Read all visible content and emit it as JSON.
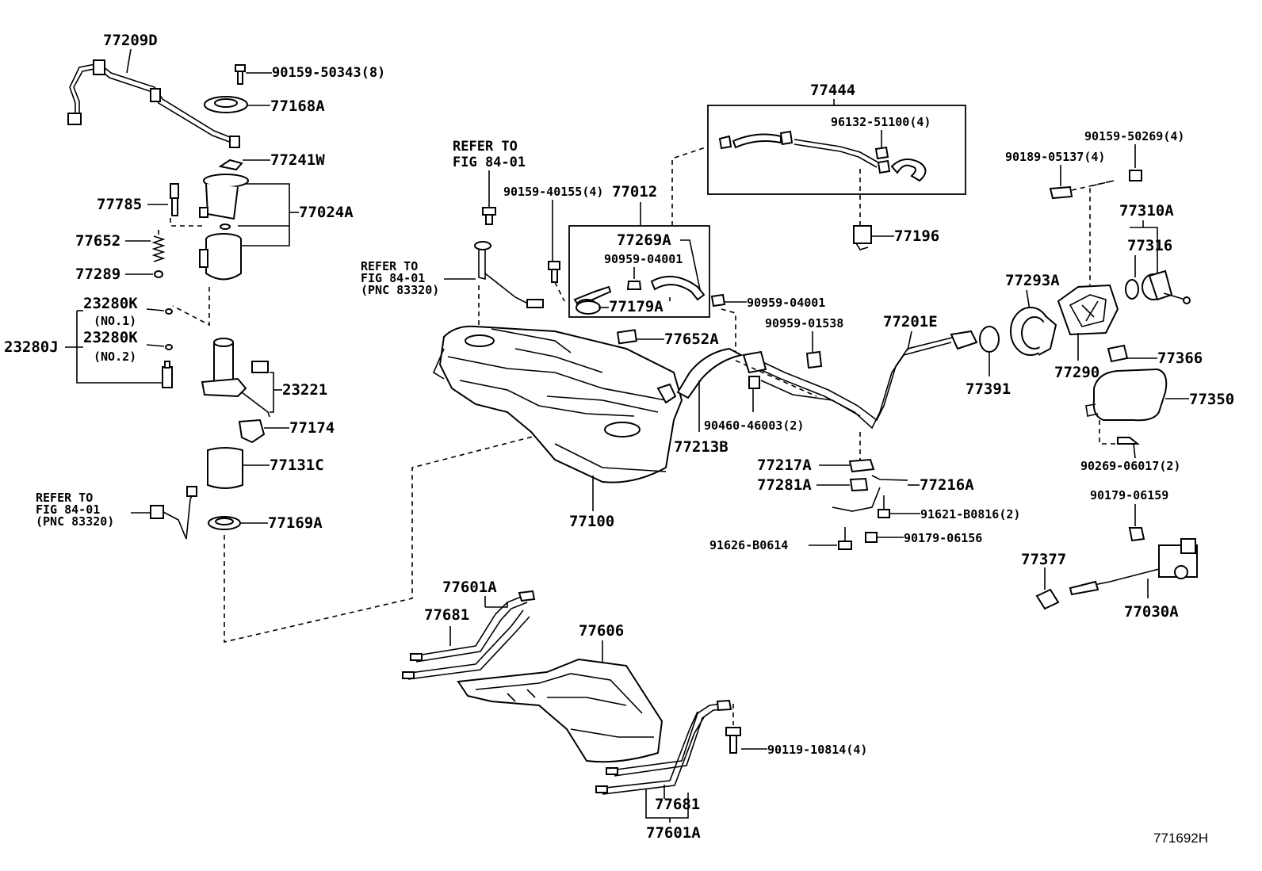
{
  "labels": {
    "p77209D": "77209D",
    "p90159_50343": "90159-50343(8)",
    "p77168A": "77168A",
    "p77241W": "77241W",
    "p77785": "77785",
    "p77024A": "77024A",
    "p77652a": "77652",
    "p77289": "77289",
    "p23280K1": "23280K",
    "no1": "(NO.1)",
    "p23280J": "23280J",
    "p23280K2": "23280K",
    "no2": "(NO.2)",
    "p23221": "23221",
    "p77174": "77174",
    "p77131C": "77131C",
    "refer1_l1": "REFER TO",
    "refer1_l2": "FIG 84-01",
    "refer1_l3": "(PNC 83320)",
    "p77169A": "77169A",
    "refer2_l1": "REFER TO",
    "refer2_l2": "FIG 84-01",
    "refer3_l1": "REFER TO",
    "refer3_l2": "FIG 84-01",
    "refer3_l3": "(PNC 83320)",
    "p90159_40155": "90159-40155(4)",
    "p77012": "77012",
    "p77269A": "77269A",
    "p90959_04001a": "90959-04001",
    "p77179A": "77179A",
    "p77652A": "77652A",
    "p77100": "77100",
    "p77444": "77444",
    "p96132_51100": "96132-51100(4)",
    "p77196": "77196",
    "p90959_04001b": "90959-04001",
    "p90959_01538": "90959-01538",
    "p77201E": "77201E",
    "p90460_46003": "90460-46003(2)",
    "p77213B": "77213B",
    "p77217A": "77217A",
    "p77281A": "77281A",
    "p77216A": "77216A",
    "p91621_B0816": "91621-B0816(2)",
    "p91626_B0614": "91626-B0614",
    "p90179_06156": "90179-06156",
    "p90159_50269": "90159-50269(4)",
    "p90189_05137": "90189-05137(4)",
    "p77310A": "77310A",
    "p77316": "77316",
    "p77293A": "77293A",
    "p77391": "77391",
    "p77290": "77290",
    "p77366": "77366",
    "p77350": "77350",
    "p90269_06017": "90269-06017(2)",
    "p90179_06159": "90179-06159",
    "p77377": "77377",
    "p77030A": "77030A",
    "p77601A_top": "77601A",
    "p77681_top": "77681",
    "p77606": "77606",
    "p90119_10814": "90119-10814(4)",
    "p77681_bot": "77681",
    "p77601A_bot": "77601A",
    "diagram_id": "771692H"
  }
}
